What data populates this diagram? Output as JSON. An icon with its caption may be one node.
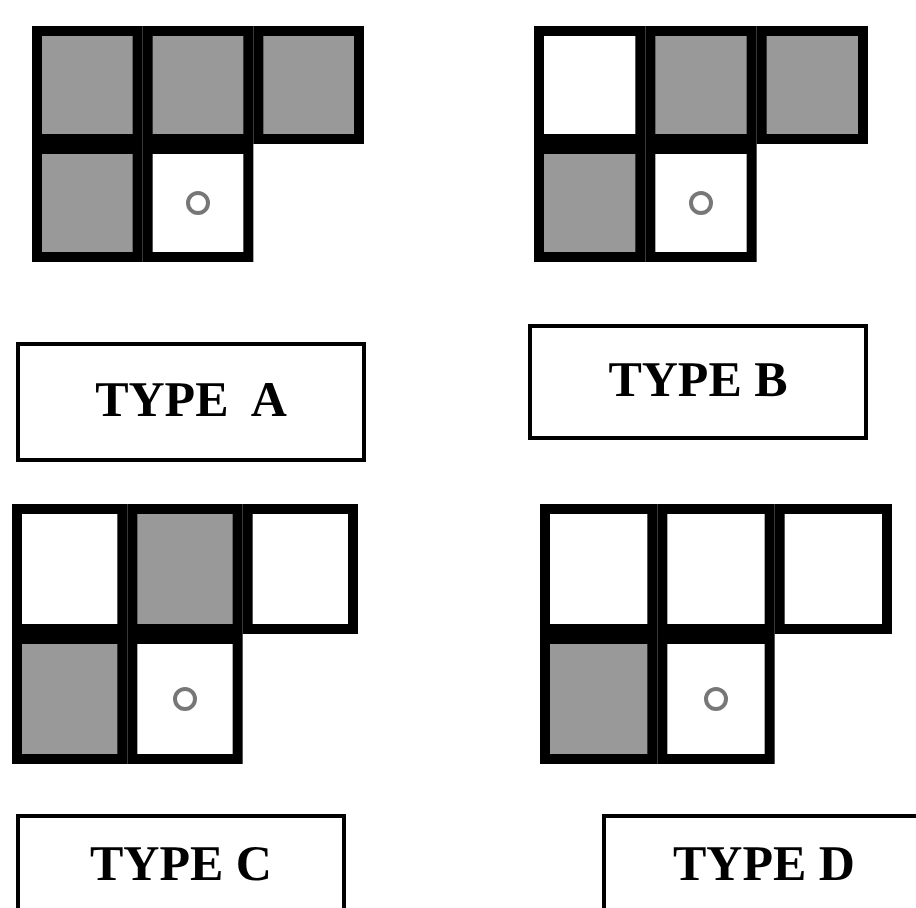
{
  "diagram": {
    "nodes": [
      {
        "text": [
          "TYPE  A"
        ]
      },
      {
        "text": [
          "TYPE B"
        ]
      },
      {
        "text": [
          "TYPE C"
        ]
      },
      {
        "text": [
          "TYPE D"
        ]
      }
    ]
  }
}
